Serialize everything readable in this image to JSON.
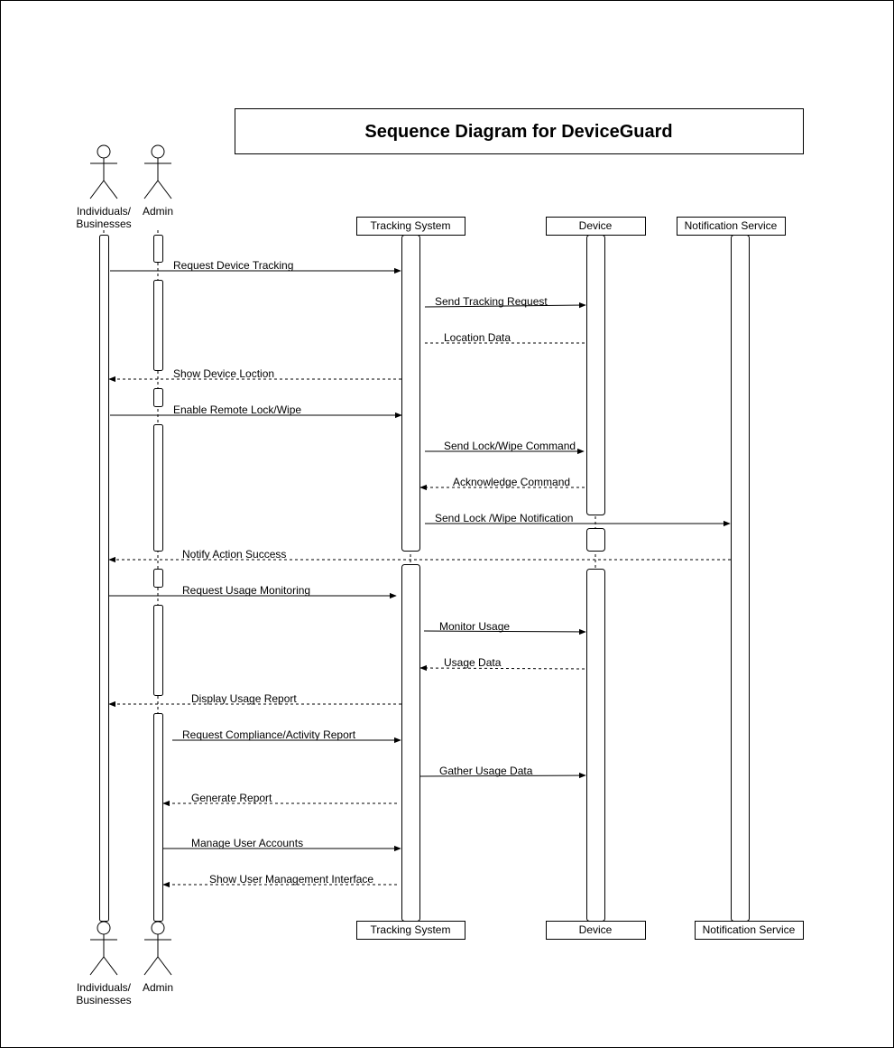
{
  "title": "Sequence Diagram for DeviceGuard",
  "actors": {
    "individuals": {
      "line1": "Individuals/",
      "line2": "Businesses"
    },
    "admin": {
      "label": "Admin"
    }
  },
  "participants": {
    "tracking": "Tracking System",
    "device": "Device",
    "notification": "Notification Service"
  },
  "messages": [
    {
      "label": "Request Device Tracking",
      "style": "solid"
    },
    {
      "label": "Send Tracking Request",
      "style": "solid"
    },
    {
      "label": "Location Data",
      "style": "dashed"
    },
    {
      "label": "Show Device Loction",
      "style": "dashed"
    },
    {
      "label": "Enable Remote Lock/Wipe",
      "style": "solid"
    },
    {
      "label": "Send Lock/Wipe Command",
      "style": "solid"
    },
    {
      "label": "Acknowledge Command",
      "style": "dashed"
    },
    {
      "label": "Send Lock /Wipe Notification",
      "style": "solid"
    },
    {
      "label": "Notify Action Success",
      "style": "dashed"
    },
    {
      "label": "Request Usage Monitoring",
      "style": "solid"
    },
    {
      "label": "Monitor Usage",
      "style": "solid"
    },
    {
      "label": "Usage Data",
      "style": "dashed"
    },
    {
      "label": "Display Usage Report",
      "style": "dashed"
    },
    {
      "label": "Request Compliance/Activity Report",
      "style": "solid"
    },
    {
      "label": "Gather Usage Data",
      "style": "solid"
    },
    {
      "label": "Generate Report",
      "style": "dashed"
    },
    {
      "label": "Manage User Accounts",
      "style": "solid"
    },
    {
      "label": "Show User Management Interface",
      "style": "dashed"
    }
  ]
}
